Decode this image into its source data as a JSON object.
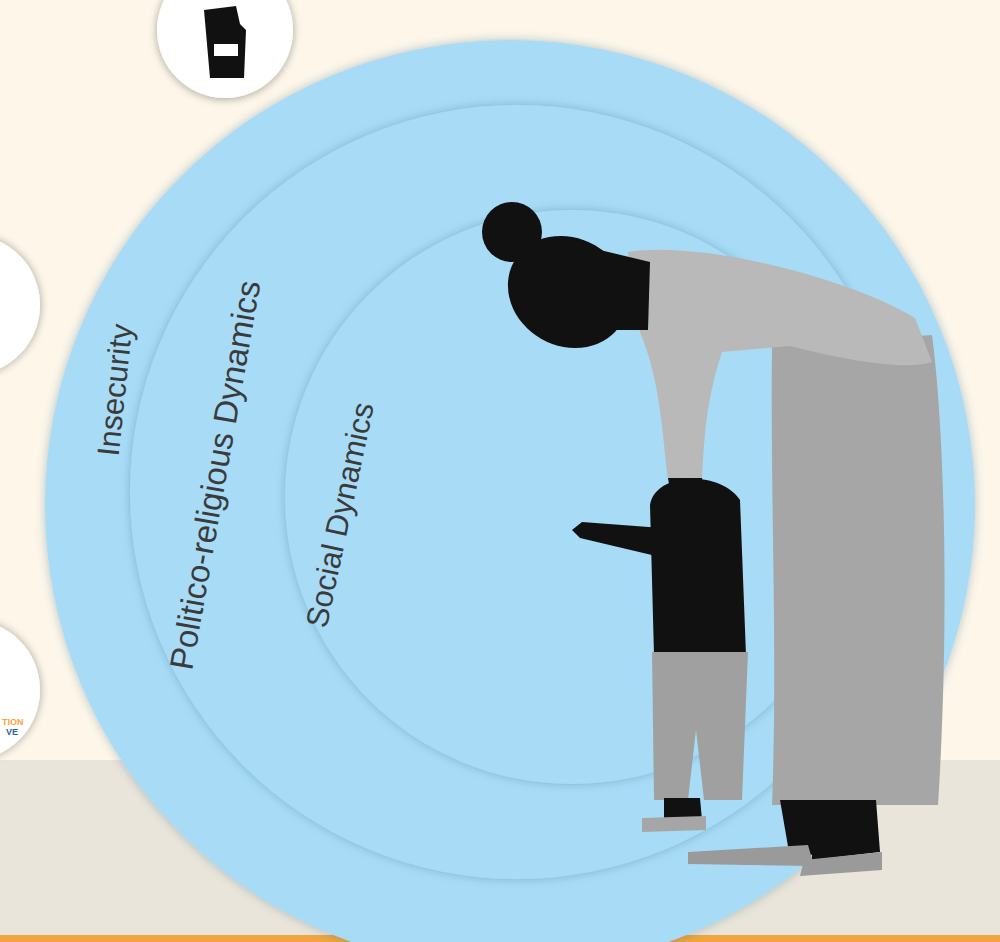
{
  "diagram": {
    "nodes": [
      {
        "text": [
          "Insecurity"
        ]
      },
      {
        "text": [
          "Politico-religious Dynamics"
        ],
        "in": 0
      },
      {
        "text": [
          "Social Dynamics"
        ],
        "in": 1
      }
    ],
    "labels": [
      "TION",
      "VE"
    ]
  }
}
